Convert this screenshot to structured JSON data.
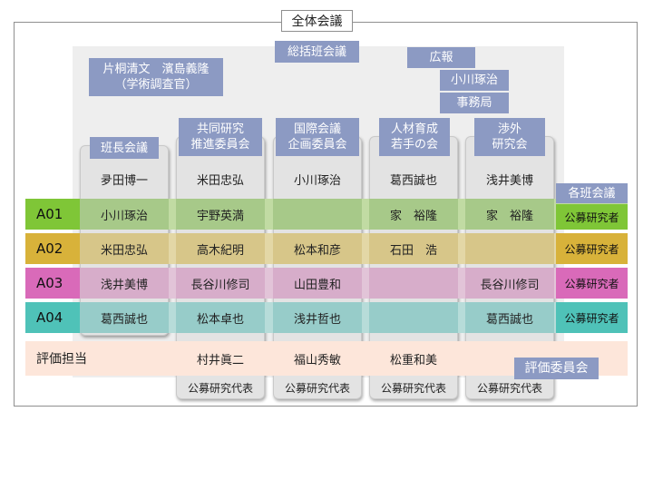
{
  "title": "全体会議",
  "top_labels": {
    "sokatsu": "総括班会議",
    "koho": "広報",
    "koho_person": "小川琢治",
    "jimukyoku": "事務局",
    "advisors_line1": "片桐清文　濱島義隆",
    "advisors_line2": "（学術調査官）",
    "kakuhan": "各班会議",
    "hyoka_iinkai": "評価委員会"
  },
  "columns": [
    {
      "header": [
        "班長会議"
      ],
      "leader": "夛田博一",
      "cells": [
        "小川琢治",
        "米田忠弘",
        "浅井美博",
        "葛西誠也"
      ],
      "eval": "",
      "footer": ""
    },
    {
      "header": [
        "共同研究",
        "推進委員会"
      ],
      "leader": "米田忠弘",
      "cells": [
        "宇野英満",
        "高木紀明",
        "長谷川修司",
        "松本卓也"
      ],
      "eval": "村井眞二",
      "footer": "公募研究代表"
    },
    {
      "header": [
        "国際会議",
        "企画委員会"
      ],
      "leader": "小川琢治",
      "cells": [
        "",
        "松本和彦",
        "山田豊和",
        "浅井哲也"
      ],
      "eval": "福山秀敏",
      "footer": "公募研究代表"
    },
    {
      "header": [
        "人材育成",
        "若手の会"
      ],
      "leader": "葛西誠也",
      "cells": [
        "家　裕隆",
        "石田　浩",
        "",
        ""
      ],
      "eval": "松重和美",
      "footer": "公募研究代表"
    },
    {
      "header": [
        "渉外",
        "研究会"
      ],
      "leader": "浅井美博",
      "cells": [
        "家　裕隆",
        "",
        "長谷川修司",
        "葛西誠也"
      ],
      "eval": "",
      "footer": "公募研究代表"
    }
  ],
  "groups": [
    {
      "label": "A01",
      "right": "公募研究者",
      "color": "#7fc637"
    },
    {
      "label": "A02",
      "right": "公募研究者",
      "color": "#d8b23a"
    },
    {
      "label": "A03",
      "right": "公募研究者",
      "color": "#d96ab9"
    },
    {
      "label": "A04",
      "right": "公募研究者",
      "color": "#4fc2b8"
    }
  ],
  "eval_row": {
    "label": "評価担当"
  }
}
